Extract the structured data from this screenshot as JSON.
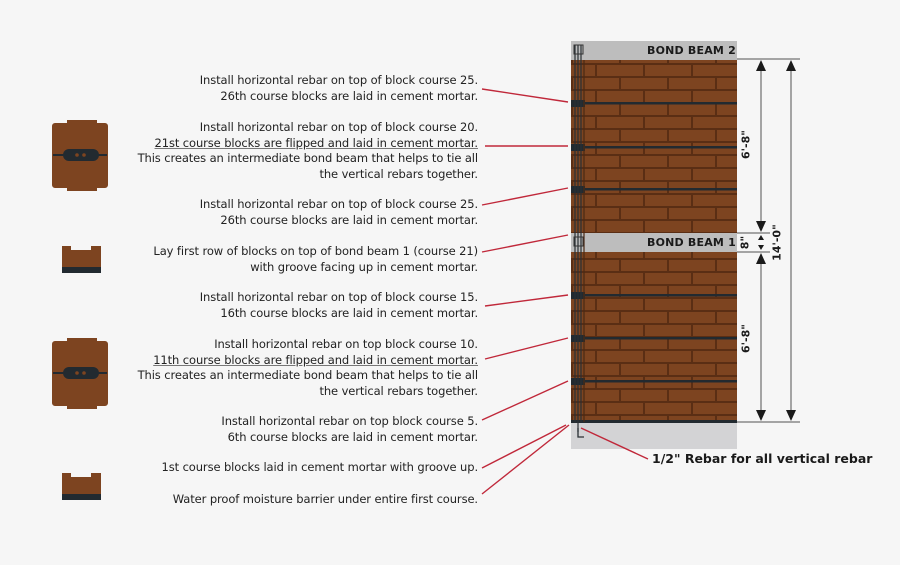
{
  "title": "Bond beam block wall construction diagram",
  "colors": {
    "background": "#f6f6f6",
    "brick": "#7d4420",
    "mortar": "#5a2e14",
    "rebar": "#222a30",
    "bond_beam": "#bdbdbd",
    "footing": "#d3d3d5",
    "leader_line": "#c0283a",
    "dimension_line": "#888888"
  },
  "notes": [
    {
      "id": "course25-top",
      "lines": [
        "Install horizontal rebar on top of block course 25.",
        "26th course blocks are laid in cement mortar."
      ],
      "underlined_line": null
    },
    {
      "id": "course20",
      "lines": [
        "Install horizontal rebar on top of block course 20.",
        "21st course blocks are flipped and laid in cement mortar.",
        "This creates an intermediate bond beam that helps to tie all",
        "the vertical rebars together."
      ],
      "underlined_line": 1
    },
    {
      "id": "course25-lower",
      "lines": [
        "Install horizontal rebar on top of block course 25.",
        "26th course blocks are laid in cement mortar."
      ],
      "underlined_line": null
    },
    {
      "id": "bond-beam-1",
      "lines": [
        "Lay first row of blocks on top of bond beam 1 (course 21)",
        "with groove facing up in cement mortar."
      ],
      "underlined_line": null
    },
    {
      "id": "course15",
      "lines": [
        "Install horizontal rebar on top of block course 15.",
        "16th course blocks are laid in cement mortar."
      ],
      "underlined_line": null
    },
    {
      "id": "course10",
      "lines": [
        "Install horizontal rebar on top block course 10.",
        "11th course blocks are flipped and laid in cement mortar.",
        "This creates an intermediate bond beam that helps to tie all",
        "the vertical rebars together."
      ],
      "underlined_line": 1
    },
    {
      "id": "course5",
      "lines": [
        "Install horizontal rebar on top block course 5.",
        "6th course blocks are laid in cement mortar."
      ],
      "underlined_line": null
    },
    {
      "id": "course1",
      "lines": [
        "1st course blocks laid in cement mortar with groove up."
      ],
      "underlined_line": null
    },
    {
      "id": "barrier",
      "lines": [
        "Water proof moisture barrier under entire first course."
      ],
      "underlined_line": null
    }
  ],
  "block_icons": [
    {
      "type": "flipped-block-end-view",
      "position": "course20"
    },
    {
      "type": "grooved-block",
      "position": "bond-beam-1"
    },
    {
      "type": "flipped-block-end-view",
      "position": "course10"
    },
    {
      "type": "grooved-block",
      "position": "course1"
    }
  ],
  "wall": {
    "bond_beam_2_label": "BOND BEAM 2",
    "bond_beam_1_label": "BOND BEAM 1",
    "rebar_label": "1/2\" Rebar for all vertical rebar"
  },
  "dimensions": {
    "upper_section": "6'-8\"",
    "bond_beam": "8\"",
    "lower_section": "6'-8\"",
    "total_height": "14'-0\""
  }
}
